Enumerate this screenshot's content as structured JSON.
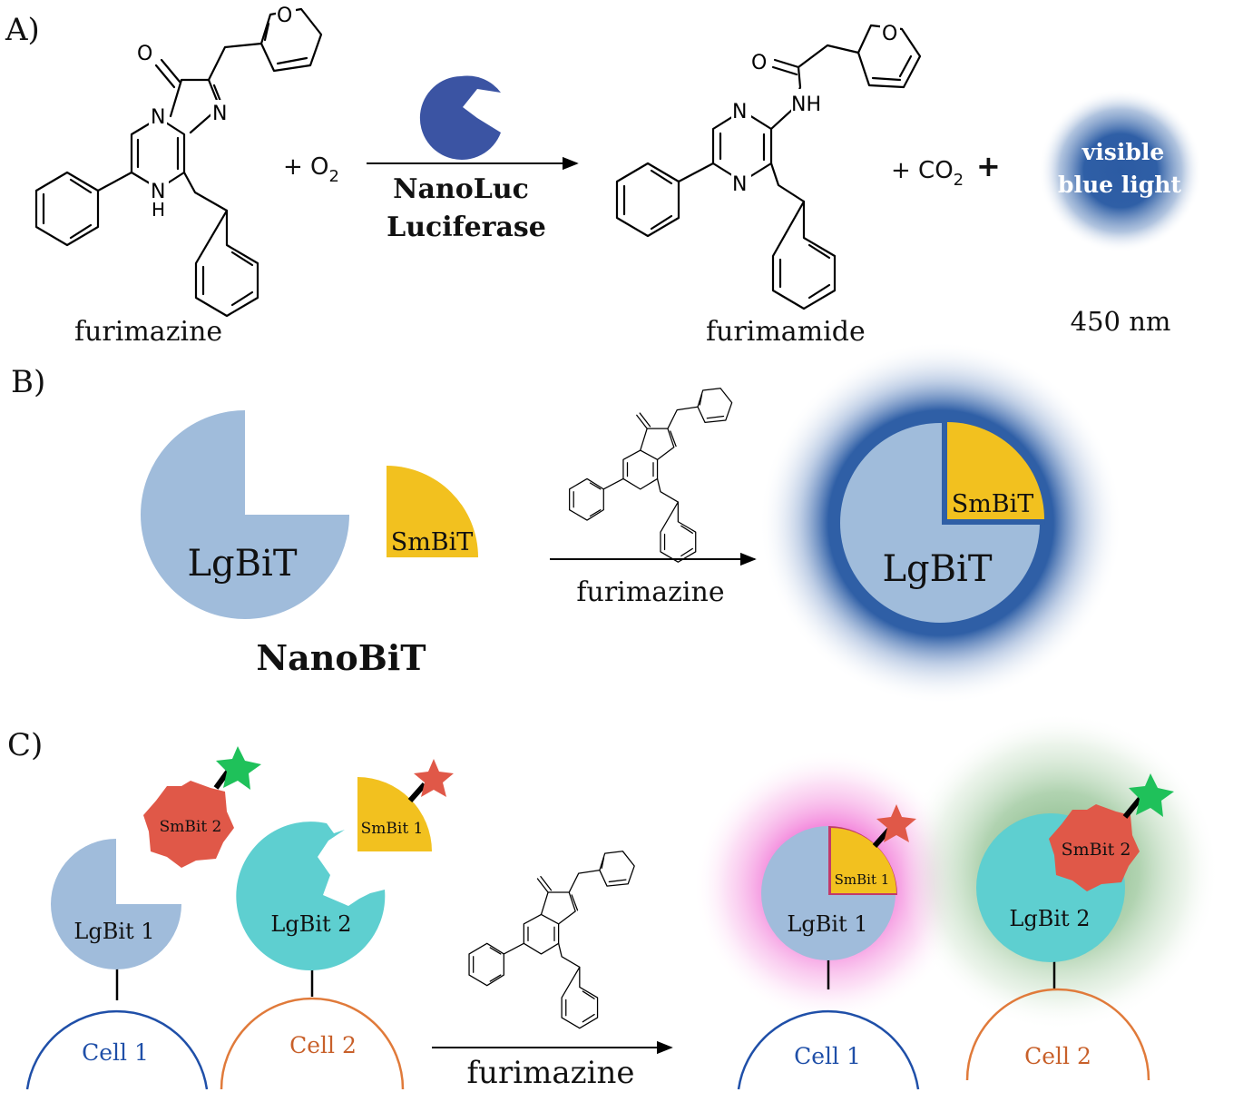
{
  "panels": {
    "a": {
      "label": "A)",
      "substrate_name": "furimazine",
      "o2_plus": "+ O",
      "o2_sub": "2",
      "enzyme_line1": "NanoLuc",
      "enzyme_line2": "Luciferase",
      "product_name": "furimamide",
      "co2_plus": "+ CO",
      "co2_sub": "2",
      "plus": "+",
      "light_line1": "visible",
      "light_line2": "blue light",
      "wavelength": "450 nm"
    },
    "b": {
      "label": "B)",
      "lgbit": "LgBiT",
      "smbit": "SmBiT",
      "system_name": "NanoBiT",
      "reagent": "furimazine",
      "complex_lgbit": "LgBiT",
      "complex_smbit": "SmBiT"
    },
    "c": {
      "label": "C)",
      "smbit2": "SmBit 2",
      "smbit1": "SmBit 1",
      "lgbit1": "LgBit 1",
      "lgbit2": "LgBit 2",
      "cell1": "Cell 1",
      "cell2": "Cell 2",
      "reagent": "furimazine",
      "complex1_smbit": "SmBit 1",
      "complex1_lgbit": "LgBit 1",
      "complex2_smbit": "SmBit 2",
      "complex2_lgbit": "LgBit 2",
      "complex_cell1": "Cell 1",
      "complex_cell2": "Cell 2"
    }
  },
  "atoms": {
    "O": "O",
    "N": "N",
    "H": "H",
    "NH": "NH"
  },
  "colors": {
    "enzyme_blue": "#3b54a3",
    "glow_blue": "#2f5fa6",
    "lgbit_light_blue": "#a0bcdb",
    "smbit_yellow": "#f2c11f",
    "teal": "#5ecfd0",
    "red": "#e05848",
    "green_star": "#1fc15a",
    "cell1_blue": "#1f4fa8",
    "cell2_orange": "#e07a3a",
    "glow_pink": "#f06ad2",
    "glow_green": "#9cc79a"
  }
}
